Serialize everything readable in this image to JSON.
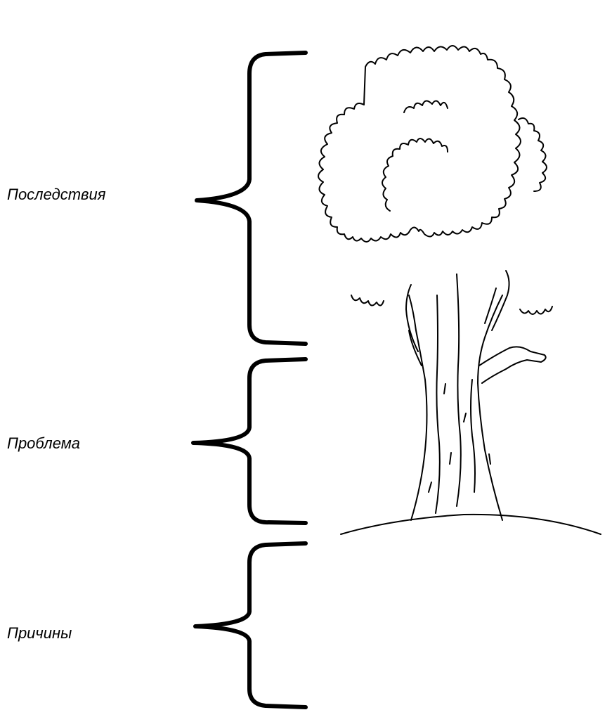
{
  "labels": {
    "consequences": "Последствия",
    "problem": "Проблема",
    "causes": "Причины"
  },
  "colors": {
    "ink": "#000000",
    "background": "#ffffff"
  },
  "icons": [
    "tree-illustration",
    "curly-brace"
  ]
}
